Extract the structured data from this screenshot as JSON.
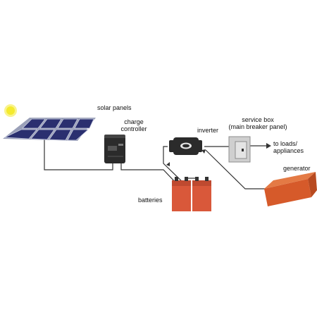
{
  "labels": {
    "solar_panels": "solar panels",
    "charge_controller_line1": "charge",
    "charge_controller_line2": "controller",
    "inverter": "inverter",
    "service_box_line1": "service box",
    "service_box_line2": "(main breaker panel)",
    "to_loads_line1": "to loads/",
    "to_loads_line2": "appliances",
    "generator": "generator",
    "batteries": "batteries"
  },
  "colors": {
    "sun": "#f4ea2e",
    "panel": "#2a2f6f",
    "panel_frame": "#9aa0b8",
    "wire": "#333333",
    "battery": "#d9583a",
    "battery_top": "#bf4a30",
    "generator": "#d65a2a",
    "generator_top": "#e47a45",
    "device_dark": "#2b2b2b",
    "service_box": "#cfcfcf"
  }
}
